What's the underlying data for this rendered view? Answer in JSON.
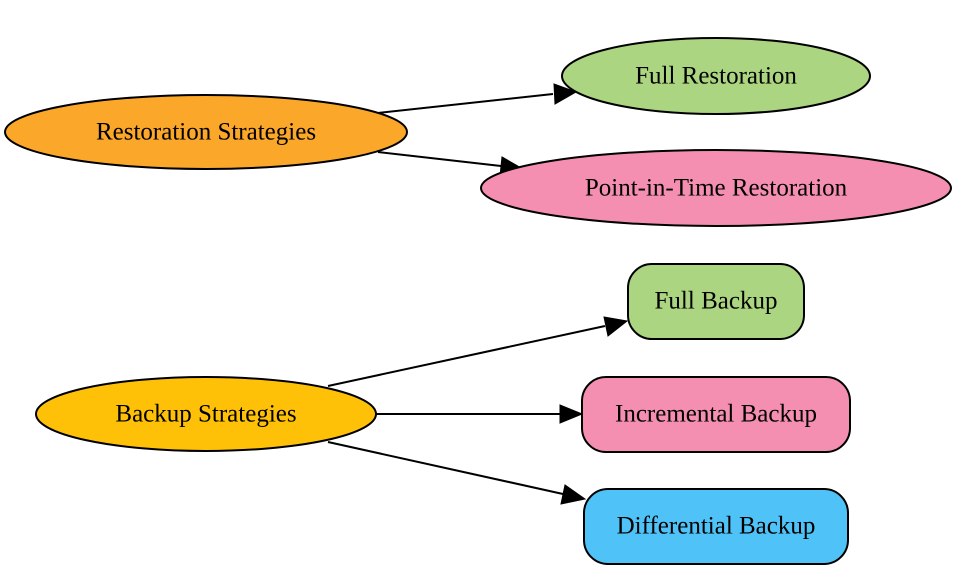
{
  "nodes": {
    "restoration_strategies": {
      "label": "Restoration Strategies",
      "shape": "ellipse",
      "color": "#fba72a"
    },
    "full_restoration": {
      "label": "Full Restoration",
      "shape": "ellipse",
      "color": "#acd581"
    },
    "point_in_time_restoration": {
      "label": "Point-in-Time Restoration",
      "shape": "ellipse",
      "color": "#f48fb1"
    },
    "backup_strategies": {
      "label": "Backup Strategies",
      "shape": "ellipse",
      "color": "#ffc107"
    },
    "full_backup": {
      "label": "Full Backup",
      "shape": "rounded-box",
      "color": "#acd581"
    },
    "incremental_backup": {
      "label": "Incremental Backup",
      "shape": "rounded-box",
      "color": "#f48fb1"
    },
    "differential_backup": {
      "label": "Differential Backup",
      "shape": "rounded-box",
      "color": "#4fc3f7"
    }
  },
  "edges": [
    {
      "from": "restoration_strategies",
      "to": "full_restoration"
    },
    {
      "from": "restoration_strategies",
      "to": "point_in_time_restoration"
    },
    {
      "from": "backup_strategies",
      "to": "full_backup"
    },
    {
      "from": "backup_strategies",
      "to": "incremental_backup"
    },
    {
      "from": "backup_strategies",
      "to": "differential_backup"
    }
  ]
}
